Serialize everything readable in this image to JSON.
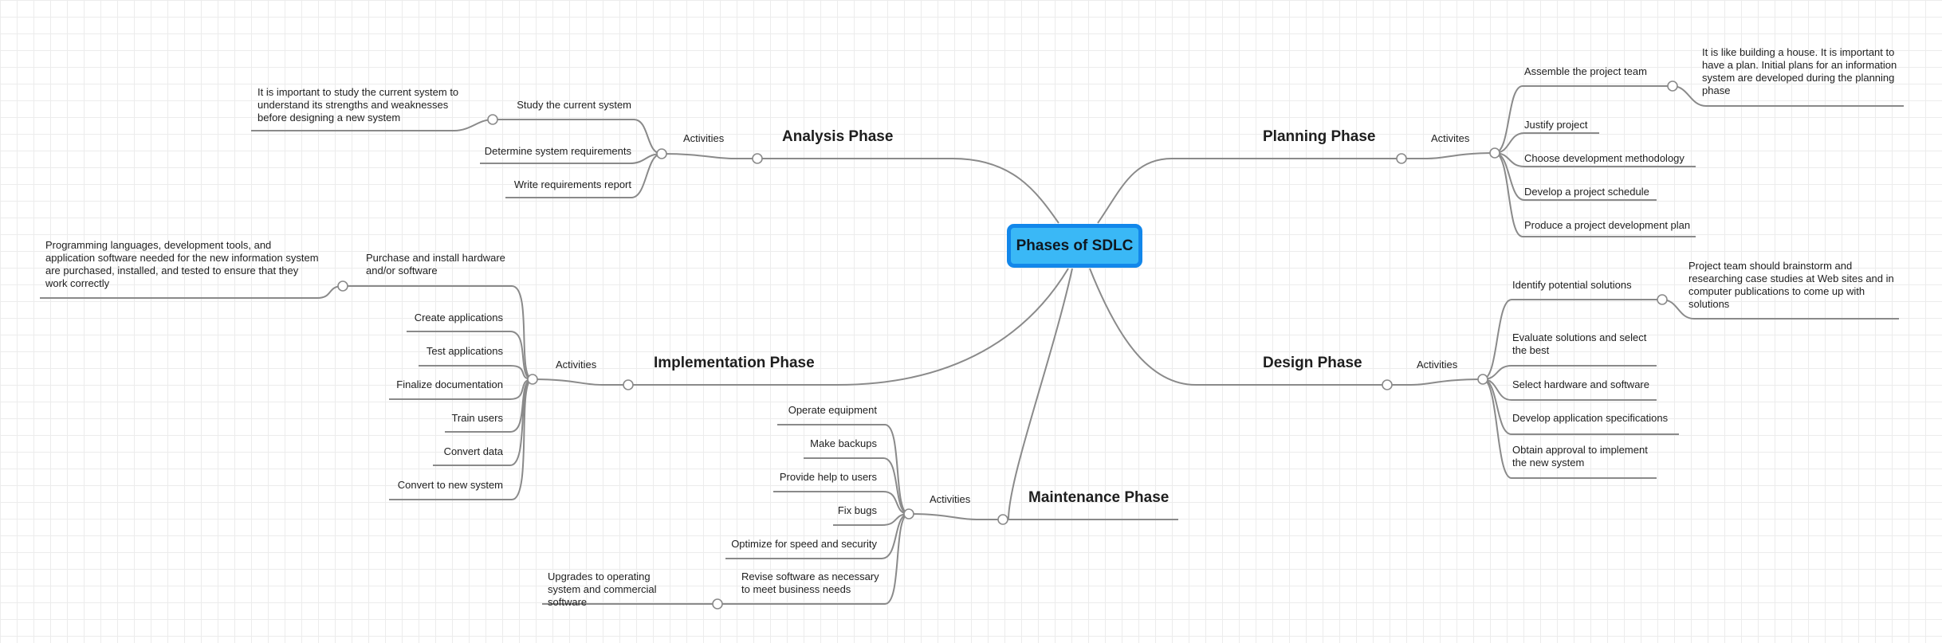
{
  "center_topic": "Phases of SDLC",
  "colors": {
    "center_fill": "#3ab8f6",
    "center_border": "#1287ea",
    "line": "#8a8a8a"
  },
  "phases": {
    "planning": {
      "title": "Planning Phase",
      "activities_label": "Activites",
      "items": [
        "Assemble the project team",
        "Justify project",
        "Choose development methodology",
        "Develop a project schedule",
        "Produce a project development plan"
      ],
      "note": "It is like building a house. It is important to have a plan. Initial plans for an information system are developed during the planning phase"
    },
    "analysis": {
      "title": "Analysis Phase",
      "activities_label": "Activities",
      "items": [
        "Study the current system",
        "Determine system requirements",
        "Write requirements report"
      ],
      "note": "It is important to study the current system to understand its strengths and weaknesses before designing a new system"
    },
    "design": {
      "title": "Design Phase",
      "activities_label": "Activities",
      "items": [
        "Identify potential solutions",
        "Evaluate solutions and select the best",
        "Select hardware and software",
        "Develop application specifications",
        "Obtain approval to implement the new system"
      ],
      "note": "Project team should brainstorm and researching case studies at Web sites and in computer publications to come up with solutions"
    },
    "implementation": {
      "title": "Implementation Phase",
      "activities_label": "Activities",
      "items": [
        "Purchase and install hardware and/or software",
        "Create applications",
        "Test applications",
        "Finalize documentation",
        "Train users",
        "Convert data",
        "Convert to new system"
      ],
      "note": "Programming languages, development tools, and application software needed for the new information system are purchased, installed, and tested to ensure that they work correctly"
    },
    "maintenance": {
      "title": "Maintenance Phase",
      "activities_label": "Activities",
      "items": [
        "Operate equipment",
        "Make backups",
        "Provide help to users",
        "Fix bugs",
        "Optimize for speed and security",
        "Revise software as necessary to meet business needs"
      ],
      "note": "Upgrades to operating system and commercial software"
    }
  }
}
